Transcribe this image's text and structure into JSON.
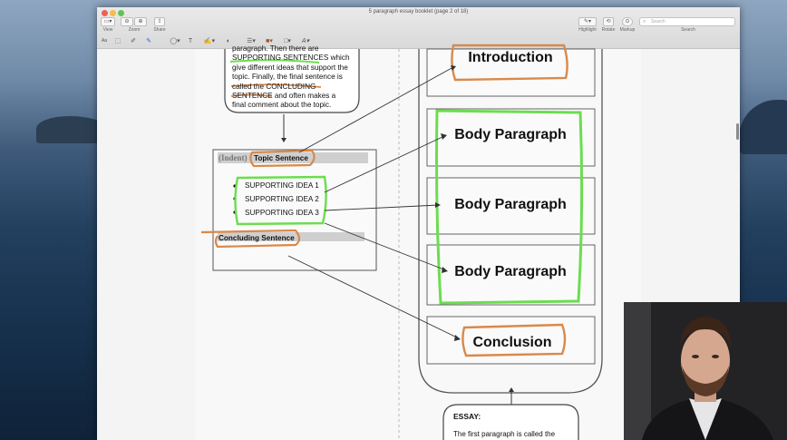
{
  "window": {
    "title": "5 paragraph essay booklet (page 2 of 18)"
  },
  "toolbar": {
    "view_label": "View",
    "zoom_label": "Zoom",
    "share_label": "Share",
    "highlight_label": "Highlight",
    "rotate_label": "Rotate",
    "markup_label": "Markup",
    "search_label": "Search",
    "search_placeholder": "Search"
  },
  "bubble": {
    "lines": [
      "paragraph. Then there are",
      "SUPPORTING SENTENCES which",
      "give different ideas that support the",
      "topic. Finally, the final sentence is",
      "called the CONCLUDING",
      "SENTENCE and often makes a",
      "final comment about the topic."
    ]
  },
  "paragraph_box": {
    "indent_label": "(Indent)",
    "topic_sentence": "Topic Sentence",
    "ideas": [
      "SUPPORTING IDEA 1",
      "SUPPORTING IDEA 2",
      "SUPPORTING IDEA 3"
    ],
    "concluding_sentence": "Concluding Sentence"
  },
  "essay": {
    "introduction": "Introduction",
    "body_1": "Body Paragraph",
    "body_2": "Body Paragraph",
    "body_3": "Body Paragraph",
    "conclusion": "Conclusion"
  },
  "essay_note": {
    "heading": "ESSAY:",
    "text": "The first paragraph is called the"
  },
  "colors": {
    "annotation_orange": "#d9894a",
    "annotation_green": "#6bdd4f",
    "window_bg": "#ececec",
    "page_bg": "#f8f8f8"
  }
}
